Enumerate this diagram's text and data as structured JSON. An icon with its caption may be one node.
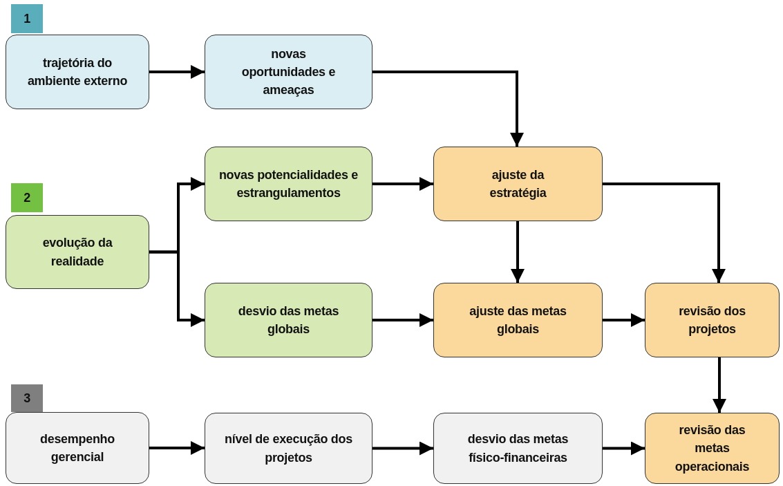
{
  "diagram": {
    "nodes": [
      {
        "text": [
          "1"
        ]
      },
      {
        "text": [
          "trajetória do ambiente externo"
        ]
      },
      {
        "text": [
          "novas oportunidades e ameaças"
        ]
      },
      {
        "text": [
          "2"
        ]
      },
      {
        "text": [
          "evolução da realidade"
        ]
      },
      {
        "text": [
          "novas potencialidades e estrangulamentos"
        ]
      },
      {
        "text": [
          "desvio das metas globais"
        ]
      },
      {
        "text": [
          "ajuste da estratégia"
        ]
      },
      {
        "text": [
          "ajuste das metas globais"
        ]
      },
      {
        "text": [
          "revisão dos projetos"
        ]
      },
      {
        "text": [
          "3"
        ]
      },
      {
        "text": [
          "desempenho gerencial"
        ]
      },
      {
        "text": [
          "nível de execução dos projetos"
        ]
      },
      {
        "text": [
          "desvio das metas físico-financeiras"
        ]
      },
      {
        "text": [
          "revisão das metas operacionais"
        ]
      }
    ],
    "edges": [
      {
        "from": 1,
        "to": 2,
        "arrow": "to"
      },
      {
        "from": 2,
        "to": 7,
        "arrow": "to"
      },
      {
        "from": 4,
        "to": 5,
        "arrow": "to"
      },
      {
        "from": 4,
        "to": 6,
        "arrow": "to"
      },
      {
        "from": 5,
        "to": 7,
        "arrow": "to"
      },
      {
        "from": 7,
        "to": 8,
        "arrow": "to"
      },
      {
        "from": 7,
        "to": 9,
        "arrow": "to"
      },
      {
        "from": 6,
        "to": 8,
        "arrow": "to"
      },
      {
        "from": 8,
        "to": 9,
        "arrow": "to"
      },
      {
        "from": 9,
        "to": 14,
        "arrow": "to"
      },
      {
        "from": 11,
        "to": 12,
        "arrow": "to"
      },
      {
        "from": 12,
        "to": 13,
        "arrow": "to"
      },
      {
        "from": 13,
        "to": 14,
        "arrow": "to"
      }
    ]
  }
}
